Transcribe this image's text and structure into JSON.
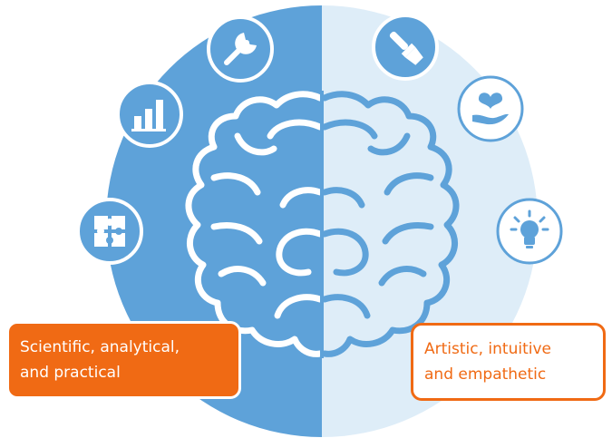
{
  "colors": {
    "left_half": "#5ea2d9",
    "right_half": "#deedf8",
    "brain_left_stroke": "#ffffff",
    "brain_right_stroke": "#5ea2d9",
    "icon_fill": "#5ea2d9",
    "accent_orange": "#f06a14"
  },
  "icons": {
    "left": [
      "wrench-icon",
      "bar-chart-icon",
      "puzzle-icon"
    ],
    "right": [
      "paintbrush-icon",
      "heart-in-hand-icon",
      "lightbulb-icon"
    ]
  },
  "labels": {
    "left": {
      "line1": "Scientific, analytical,",
      "line2": "and practical"
    },
    "right": {
      "line1": "Artistic, intuitive",
      "line2": "and empathetic"
    }
  }
}
